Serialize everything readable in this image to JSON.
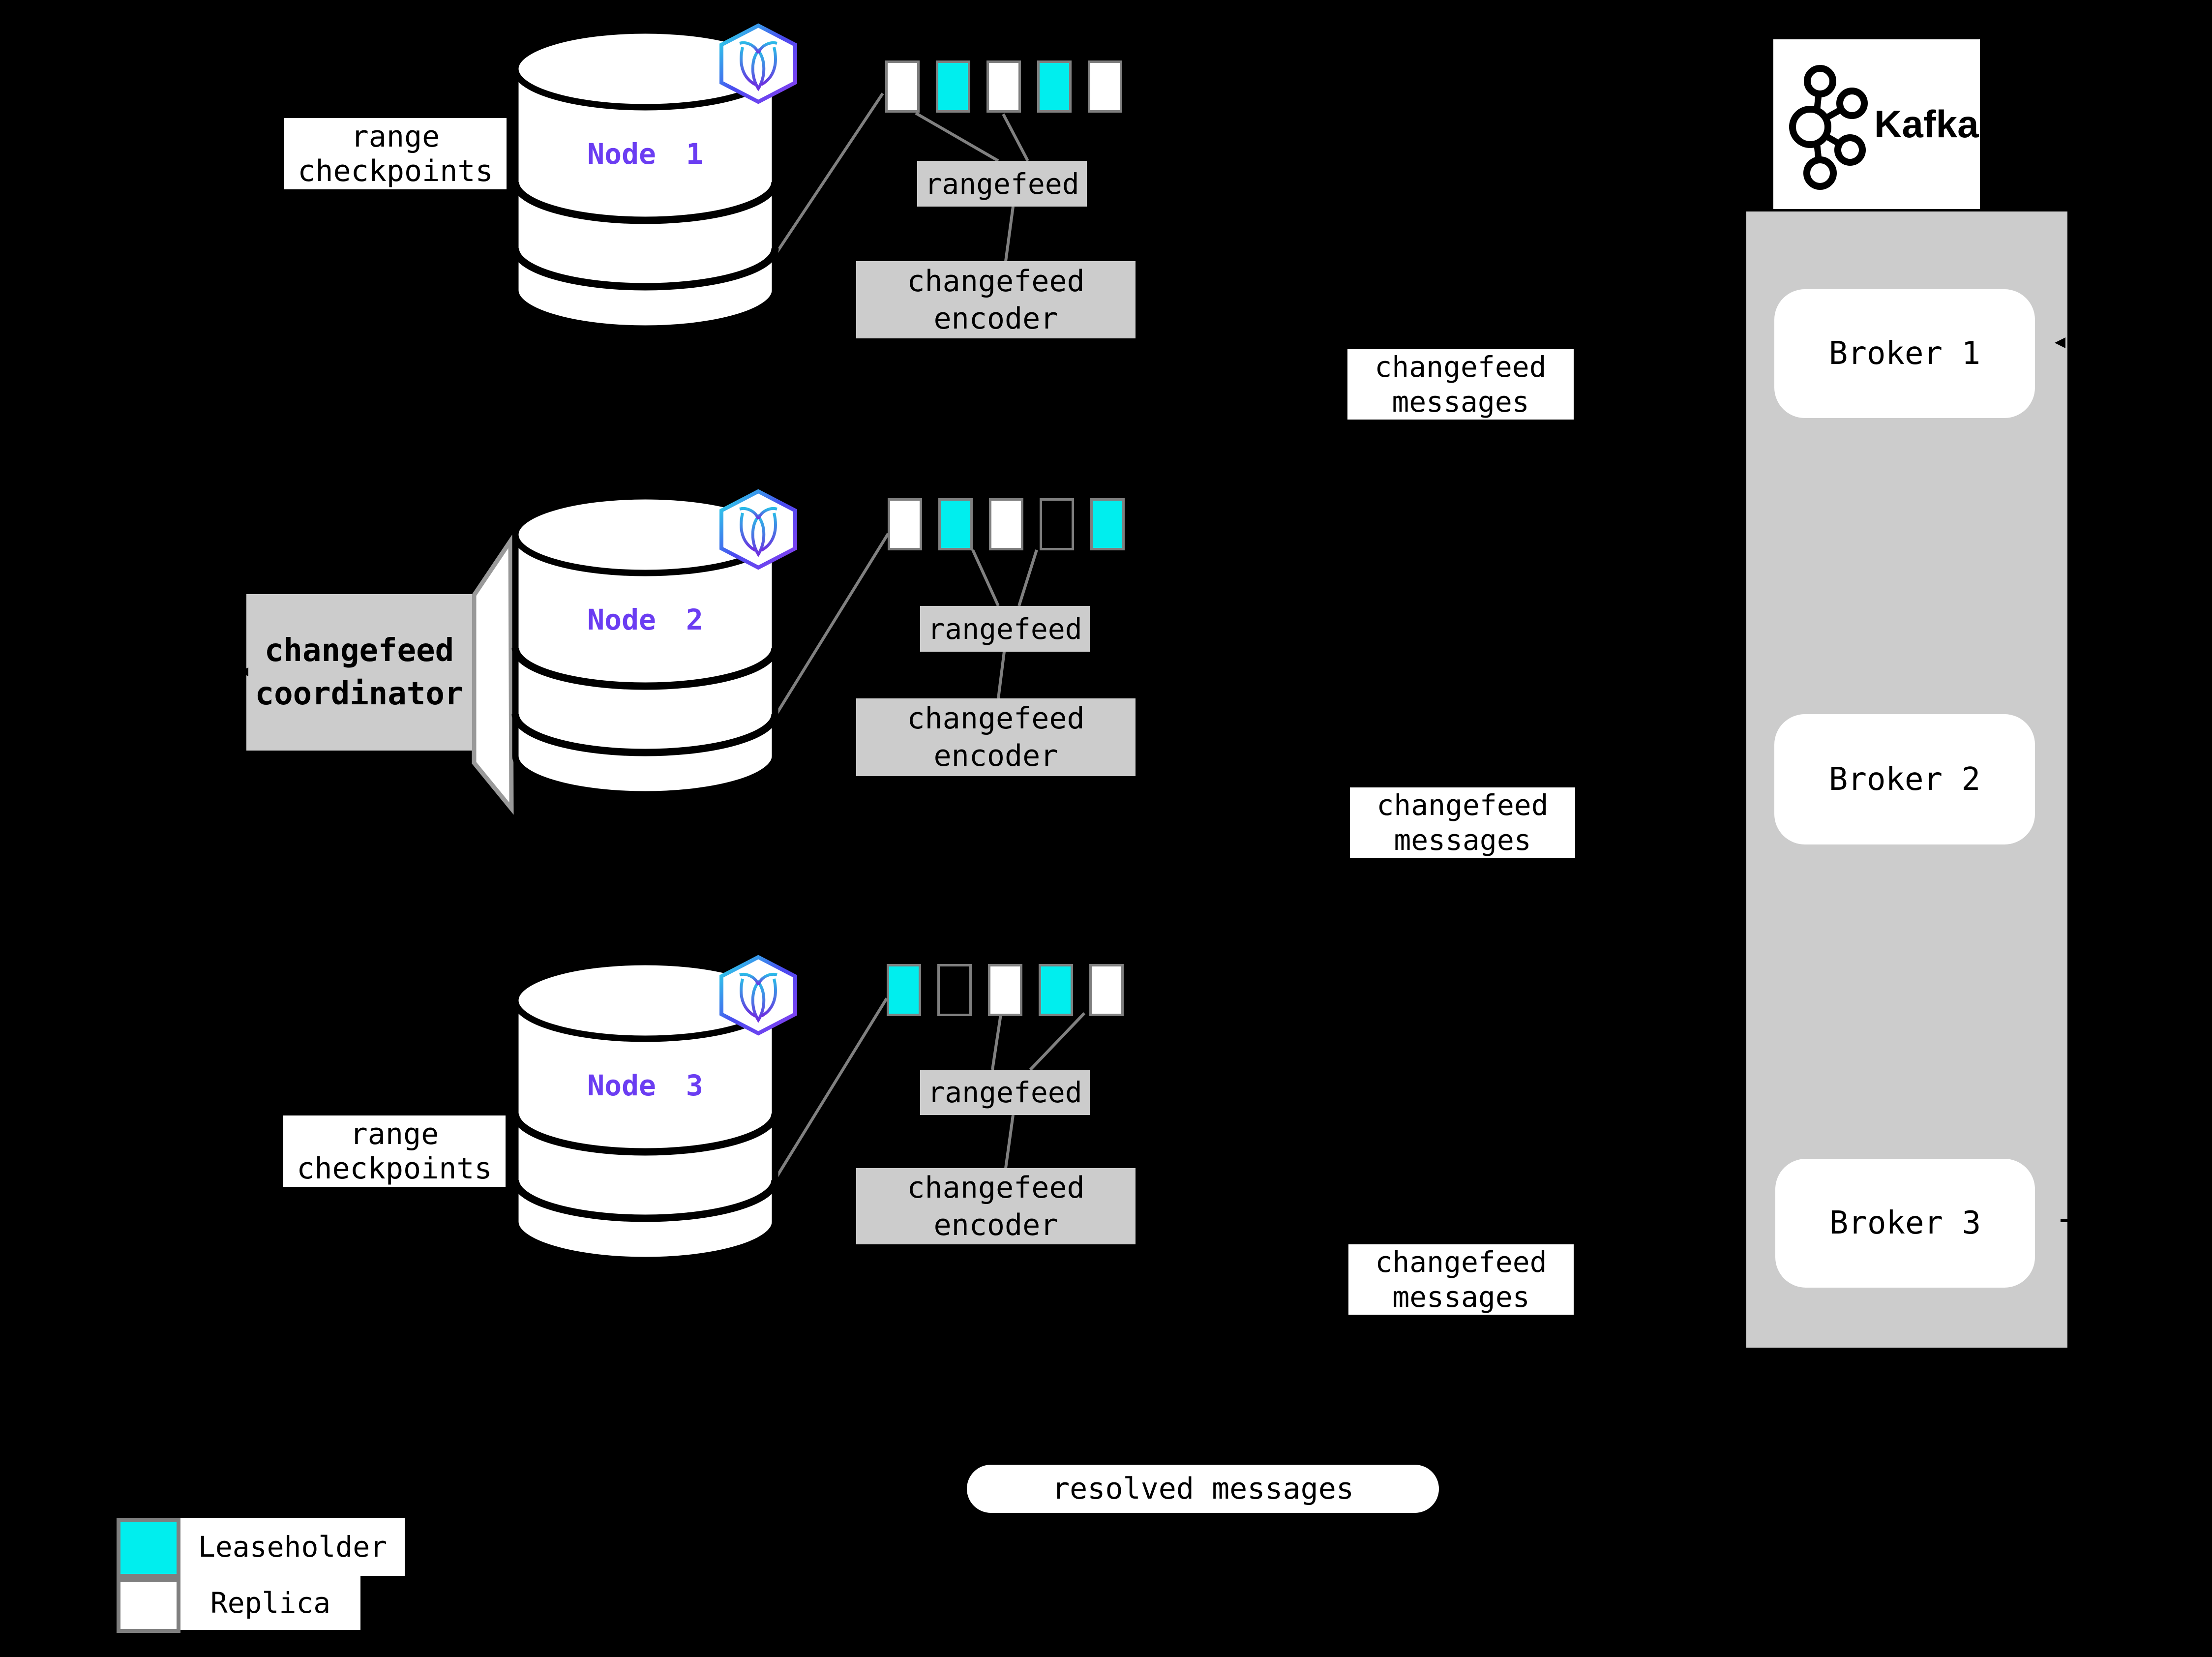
{
  "colors": {
    "leaseholder": "#00EEEE",
    "replica": "#FFFFFF",
    "empty": "#000000",
    "box_border": "#7f7f7f",
    "gray_fill": "#cccccc",
    "node_label": "#6B3DF2",
    "connector_line": "#808080",
    "background": "#000000"
  },
  "labels": {
    "rangefeed": "rangefeed",
    "changefeed_encoder": "changefeed\nencoder",
    "changefeed_messages": "changefeed\nmessages",
    "range_checkpoints": "range\ncheckpoints",
    "changefeed_coordinator": "changefeed\ncoordinator",
    "resolved_messages": "resolved messages"
  },
  "nodes": [
    {
      "label": "Node 1",
      "badge_icon": "cockroachdb-hexagon-icon",
      "ranges": [
        "replica",
        "leaseholder",
        "replica",
        "leaseholder",
        "replica"
      ]
    },
    {
      "label": "Node 2",
      "badge_icon": "cockroachdb-hexagon-icon",
      "ranges": [
        "replica",
        "leaseholder",
        "replica",
        "empty",
        "leaseholder"
      ]
    },
    {
      "label": "Node 3",
      "badge_icon": "cockroachdb-hexagon-icon",
      "ranges": [
        "leaseholder",
        "empty",
        "replica",
        "leaseholder",
        "replica"
      ]
    }
  ],
  "kafka": {
    "title": "Kafka",
    "logo_icon": "kafka-logo-icon",
    "brokers": [
      {
        "label": "Broker 1"
      },
      {
        "label": "Broker 2"
      },
      {
        "label": "Broker 3"
      }
    ]
  },
  "legend": {
    "items": [
      {
        "label": "Leaseholder",
        "color_key": "leaseholder"
      },
      {
        "label": "Replica",
        "color_key": "replica"
      }
    ]
  }
}
